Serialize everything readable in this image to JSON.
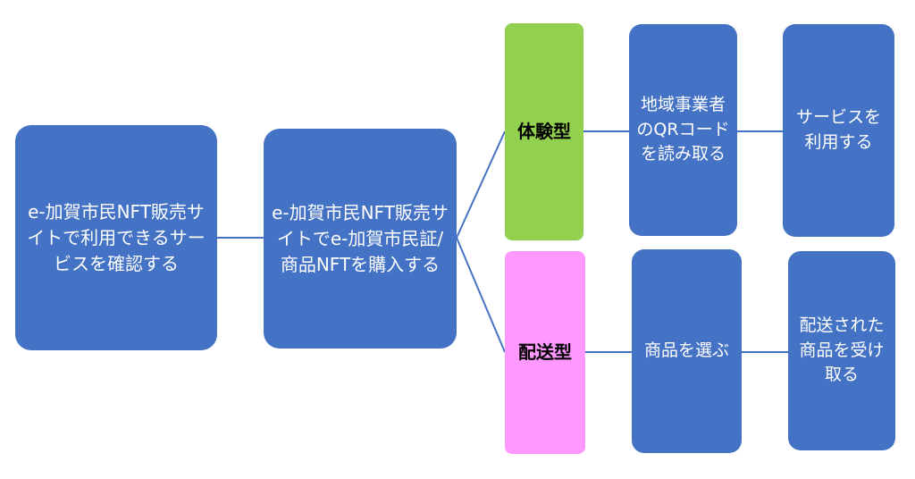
{
  "diagram": {
    "nodes": {
      "confirm_services": {
        "text": "e-加賀市民NFT販売サイトで利用できるサービスを確認する"
      },
      "purchase_nft": {
        "text": "e-加賀市民NFT販売サイトでe-加賀市民証/商品NFTを購入する"
      },
      "experience_type": {
        "text": "体験型"
      },
      "delivery_type": {
        "text": "配送型"
      },
      "scan_qr": {
        "text": "地域事業者のQRコードを読み取る"
      },
      "use_service": {
        "text": "サービスを利用する"
      },
      "select_product": {
        "text": "商品を選ぶ"
      },
      "receive_product": {
        "text": "配送された商品を受け取る"
      }
    },
    "colors": {
      "step_box": "#4472c4",
      "experience_box": "#92d050",
      "delivery_box": "#ff99ff",
      "connector": "#4472c4"
    }
  }
}
